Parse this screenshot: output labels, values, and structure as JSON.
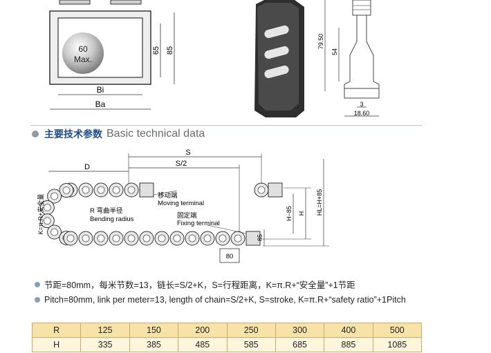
{
  "top_figures": {
    "section_label_60": "60",
    "section_label_max": "Max.",
    "dim_65": "65",
    "dim_85": "85",
    "dim_bi": "Bi",
    "dim_ba": "Ba",
    "dim_7950": "79.50",
    "dim_54": "54",
    "dim_3": "3",
    "dim_1860": "18.60"
  },
  "section": {
    "title_cn": "主要技术参数",
    "title_en": "Basic technical data"
  },
  "diagram": {
    "label_s": "S",
    "label_s2": "S/2",
    "label_d": "D",
    "label_k": "K=π.R+安全量",
    "moving_cn": "移动端",
    "moving_en": "Moving terminal",
    "radius_cn": "R 弯曲半径",
    "radius_en": "Bending radius",
    "fixing_cn": "固定端",
    "fixing_en": "Fixing terminal",
    "label_h85": "H−85",
    "label_h": "H",
    "label_hl": "HL=H+85",
    "label_85": "85",
    "label_80": "80"
  },
  "specs": {
    "line_cn": "节距=80mm，每米节数=13，链长=S/2+K，S=行程距离，K=π.R+“安全量”+1节距",
    "line_en": "Pitch=80mm, link per meter=13, length of chain=S/2+K, S=stroke, K=π.R+“safety ratio”+1Pitch"
  },
  "table": {
    "rows": [
      [
        "R",
        "125",
        "150",
        "200",
        "250",
        "300",
        "400",
        "500"
      ],
      [
        "H",
        "335",
        "385",
        "485",
        "585",
        "685",
        "885",
        "1085"
      ]
    ]
  }
}
